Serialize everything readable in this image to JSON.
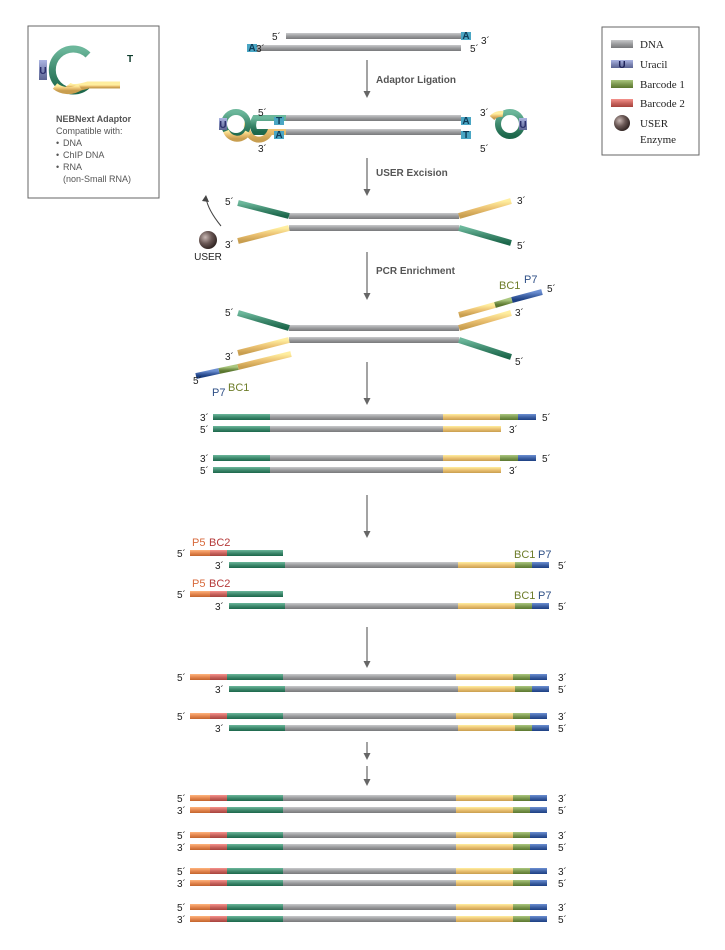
{
  "colors": {
    "dna": "#9b9c9e",
    "adaptor": "#3f8a6e",
    "adaptor_yellow": "#ebc172",
    "uracil": "#7f88b6",
    "barcode1": "#7e9a52",
    "barcode2": "#c9655f",
    "p5": "#e58750",
    "p7": "#3f62a5",
    "user_enzyme": "#6b5956",
    "base_box": "#4aa6c4"
  },
  "info_box": {
    "title": "NEBNext Adaptor",
    "subtitle": "Compatible with:",
    "items": [
      "DNA",
      "ChIP DNA",
      "RNA"
    ],
    "note": "(non-Small RNA)",
    "uracil_letter": "U",
    "t_letter": "T"
  },
  "legend": {
    "items": [
      {
        "label": "DNA",
        "icon": "dna-swatch"
      },
      {
        "label": "Uracil",
        "icon": "uracil-swatch",
        "letter": "U"
      },
      {
        "label": "Barcode 1",
        "icon": "barcode1-swatch"
      },
      {
        "label": "Barcode 2",
        "icon": "barcode2-swatch"
      },
      {
        "label": "USER",
        "icon": "user-enzyme-ball"
      }
    ],
    "enzyme_line2": "Enzyme"
  },
  "steps": {
    "ligation": "Adaptor Ligation",
    "excision": "USER Excision",
    "enrichment": "PCR Enrichment"
  },
  "ends": {
    "five": "5´",
    "three": "3´"
  },
  "bases": {
    "a": "A",
    "t": "T",
    "u": "U"
  },
  "enzyme_label": "USER",
  "tags": {
    "bc1": "BC1",
    "bc2": "BC2",
    "p5": "P5",
    "p7": "P7"
  }
}
